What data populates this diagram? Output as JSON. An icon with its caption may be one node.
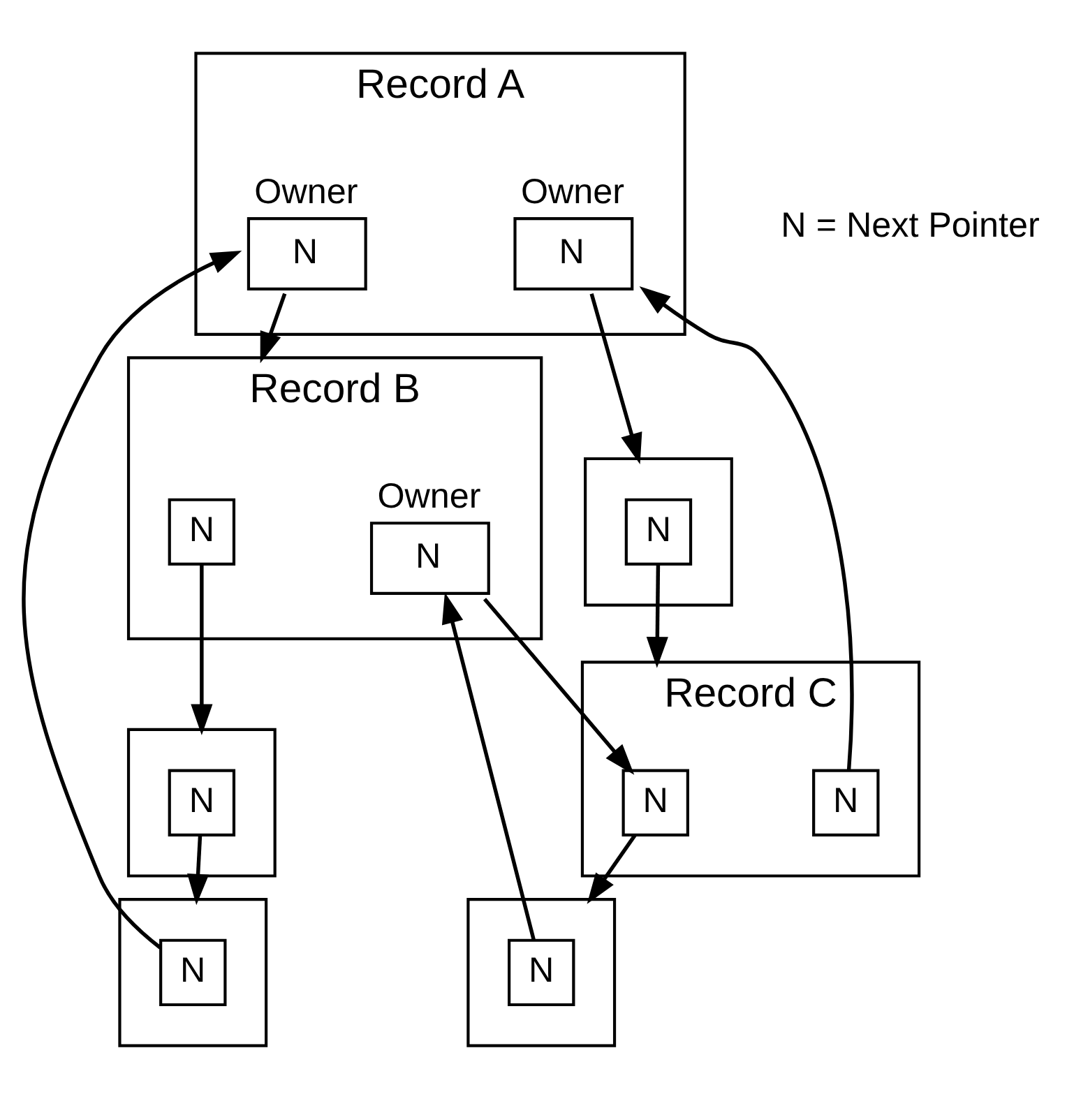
{
  "diagram": {
    "nodes": [
      {
        "text": [
          "Record A"
        ]
      },
      {
        "text": [
          "N"
        ],
        "in": 0,
        "beside": [
          "Owner"
        ]
      },
      {
        "text": [
          "N"
        ],
        "in": 0,
        "beside": [
          "Owner"
        ]
      },
      {
        "text": [
          "Record B"
        ]
      },
      {
        "text": [
          "N"
        ],
        "in": 3
      },
      {
        "text": [
          "N"
        ],
        "in": 3,
        "beside": [
          "Owner"
        ]
      },
      {
        "text": [],
        "shape": "box"
      },
      {
        "text": [
          "N"
        ],
        "in": 6
      },
      {
        "text": [],
        "shape": "box"
      },
      {
        "text": [
          "N"
        ],
        "in": 8
      },
      {
        "text": [
          "Record C"
        ]
      },
      {
        "text": [
          "N"
        ],
        "in": 10
      },
      {
        "text": [
          "N"
        ],
        "in": 10
      },
      {
        "text": [],
        "shape": "box"
      },
      {
        "text": [
          "N"
        ],
        "in": 13
      },
      {
        "text": [],
        "shape": "box"
      },
      {
        "text": [
          "N"
        ],
        "in": 15
      }
    ],
    "edges": [
      {
        "from": 1,
        "to": 3,
        "arrow": "to"
      },
      {
        "from": 4,
        "to": 8,
        "arrow": "to"
      },
      {
        "from": 9,
        "to": 13,
        "arrow": "to"
      },
      {
        "from": 14,
        "to": 1,
        "arrow": "to"
      },
      {
        "from": 2,
        "to": 6,
        "arrow": "to"
      },
      {
        "from": 7,
        "to": 10,
        "arrow": "to"
      },
      {
        "from": 12,
        "to": 2,
        "arrow": "to"
      },
      {
        "from": 5,
        "to": 11,
        "arrow": "to"
      },
      {
        "from": 11,
        "to": 15,
        "arrow": "to"
      },
      {
        "from": 16,
        "to": 5,
        "arrow": "to"
      }
    ],
    "labels": [
      "N = Next Pointer"
    ]
  }
}
